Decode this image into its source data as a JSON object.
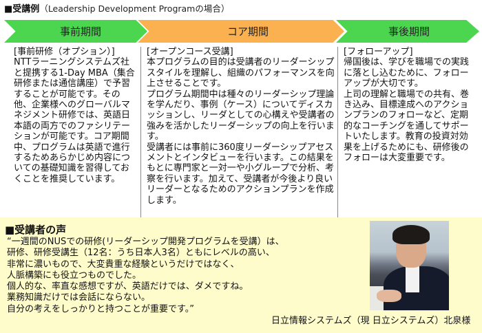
{
  "header": {
    "square": "■",
    "title": "受講例",
    "subtitle": "（Leadership Development Programの場合）"
  },
  "phases": [
    {
      "label": "事前期間",
      "color": "#4cd64f"
    },
    {
      "label": "コア期間",
      "color": "#fbb14f"
    },
    {
      "label": "事後期間",
      "color": "#4cd64f"
    }
  ],
  "columns": [
    {
      "heading": "[事前研修（オプション）]",
      "lines": [
        "NTTラーニングシステムズ社と提携する1-Day MBA（集合研修または通信講座）で予習することが可能です。その他、企業様へのグローバルマネジメント研修では、英語日本語の両方でのファシリテーションが可能です。コア期間中、プログラムは英語で進行するためあらかじめ内容についての基礎知識を習得しておくことを推奨しています。"
      ]
    },
    {
      "heading": "[オープンコース受講]",
      "lines": [
        "本プログラムの目的は受講者のリーダーシップスタイルを理解し、組織のパフォーマンスを向上させることです。",
        "プログラム期間中は種々のリーダーシップ理論を学んだり、事例（ケース）についてディスカッションし、リーダとしての心構えや受講者の強みを活かしたリーダーシップの向上を行います。",
        "受講者には事前に360度リーダーシップアセスメントとインタビューを行います。この結果をもとに専門家と一対一や小グループで分析、考察を行います。加えて、受講者が今後より良いリーダーとなるためのアクションプランを作成します。"
      ]
    },
    {
      "heading": "[フォローアップ]",
      "lines": [
        "帰国後は、学びを職場での実践に落とし込むために、フォローアップが大切です。",
        "上司の理解と職場での共有、巻き込み、目標達成へのアクションプランのフォローなど、定期的なコーチングを通してサポートいたします。教育の投資対効果を上げるためにも、研修後のフォローは大変重要です。"
      ]
    }
  ],
  "voice": {
    "title": "■受講者の声",
    "background": "#fffccc",
    "lines": [
      "“一週間のNUSでの研修(リーダーシップ開発プログラムを受講）は、",
      "研修、研修受講生（12名：うち日本人3名）ともにレベルの高い、",
      "非常に濃いもので、大変貴重な経験というだけではなく、",
      "人脈構築にも役立つものでした。",
      "個人的な、率直な感想ですが、英語だけでは、ダメですね。",
      "業務知識だけでは会話にならない。",
      "自分の考えをしっかりと持つことが重要です。”"
    ],
    "photo_alt": "participant-photo",
    "attribution": "日立情報システムズ（現 日立システムズ）北泉様"
  }
}
